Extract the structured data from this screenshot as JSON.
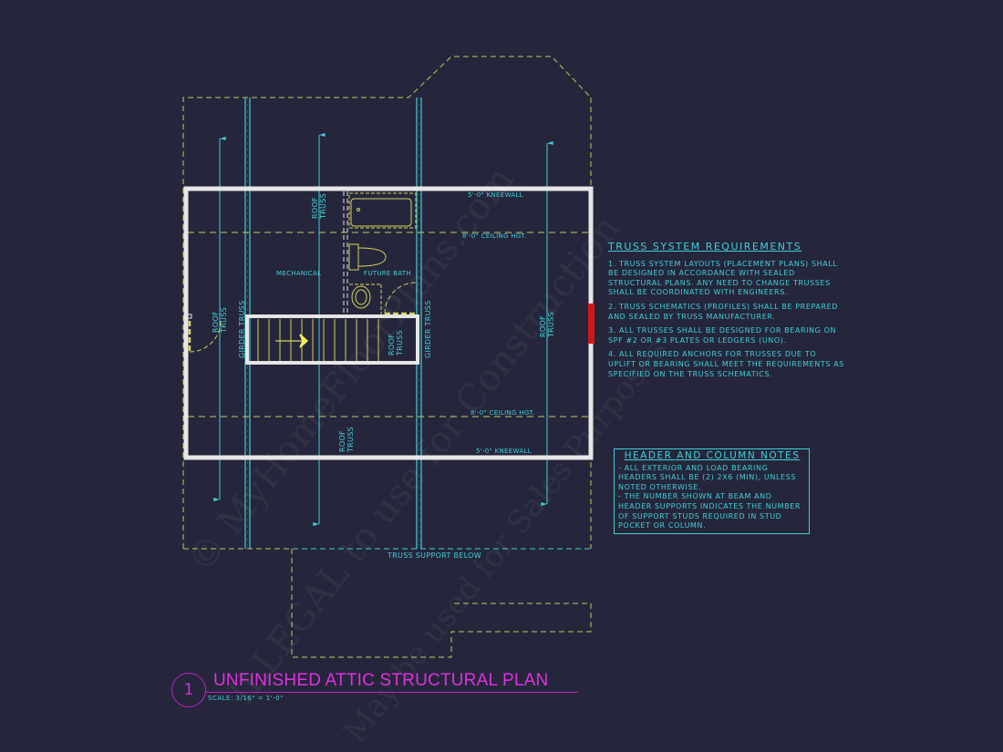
{
  "drawing": {
    "title": "UNFINISHED ATTIC STRUCTURAL PLAN",
    "detail_number": "1",
    "scale": "SCALE: 3/16\" = 1'-0\"",
    "colors": {
      "background": "#25263b",
      "walls": "#e6e6e6",
      "truss": "#3fd0d8",
      "hidden_lines": "#c8c860",
      "fixtures": "#d4d45a",
      "title": "#e030e0",
      "opening_marker": "#d01818"
    }
  },
  "labels": {
    "kneewall_top": "5'-0\" KNEEWALL",
    "ceiling_top": "8'-0\" CEILING HGT.",
    "ceiling_bottom": "8'-0\" CEILING HGT.",
    "kneewall_bottom": "5'-0\" KNEEWALL",
    "mechanical": "MECHANICAL",
    "future_bath": "FUTURE BATH",
    "truss_support_below": "TRUSS SUPPORT BELOW",
    "roof": "ROOF",
    "truss": "TRUSS",
    "girder_truss": "GIRDER TRUSS"
  },
  "truss_requirements": {
    "title": "TRUSS SYSTEM REQUIREMENTS",
    "items": [
      "1. TRUSS SYSTEM LAYOUTS (PLACEMENT PLANS) SHALL BE DESIGNED IN ACCORDANCE WITH SEALED STRUCTURAL PLANS. ANY NEED TO CHANGE TRUSSES SHALL BE COORDINATED WITH ENGINEERS.",
      "2. TRUSS SCHEMATICS (PROFILES) SHALL BE PREPARED AND SEALED BY TRUSS MANUFACTURER.",
      "3. ALL TRUSSES SHALL BE DESIGNED FOR BEARING ON SPF #2 OR #3 PLATES OR LEDGERS (UNO).",
      "4. ALL REQUIRED ANCHORS FOR TRUSSES DUE TO UPLIFT OR BEARING SHALL MEET THE REQUIREMENTS AS SPECIFIED ON THE TRUSS SCHEMATICS."
    ]
  },
  "header_notes": {
    "title": "HEADER AND COLUMN NOTES",
    "items": [
      "- ALL EXTERIOR AND LOAD BEARING HEADERS SHALL BE (2) 2x6 (MIN), UNLESS NOTED OTHERWISE.",
      "- THE NUMBER SHOWN AT BEAM AND HEADER SUPPORTS INDICATES THE NUMBER OF SUPPORT STUDS REQUIRED IN STUD POCKET OR COLUMN."
    ]
  },
  "watermark": {
    "line1": "© MyHomeFloorPlans.com",
    "line2": "ILLEGAL to use for Construction",
    "line3": "May be used for Sales Purposes"
  }
}
